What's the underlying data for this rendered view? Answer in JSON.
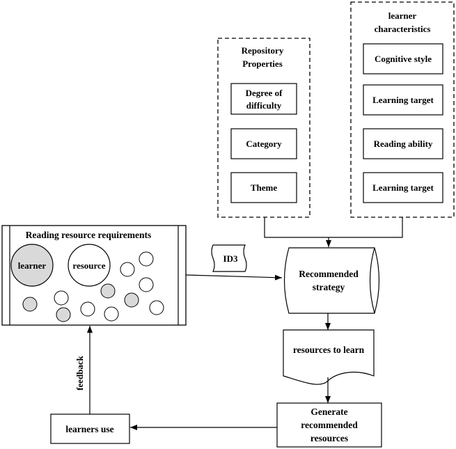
{
  "repository": {
    "title_lines": [
      "Repository",
      "Properties"
    ],
    "items": [
      {
        "lines": [
          "Degree of",
          "difficulty"
        ]
      },
      {
        "lines": [
          "Category"
        ]
      },
      {
        "lines": [
          "Theme"
        ]
      }
    ]
  },
  "learner_characteristics": {
    "title_lines": [
      "learner",
      "characteristics"
    ],
    "items": [
      {
        "lines": [
          "Cognitive style"
        ]
      },
      {
        "lines": [
          "Learning target"
        ]
      },
      {
        "lines": [
          "Reading ability"
        ]
      },
      {
        "lines": [
          "Learning target"
        ]
      }
    ]
  },
  "requirements": {
    "title": "Reading resource requirements",
    "learner_label": "learner",
    "resource_label": "resource"
  },
  "id3_label": "ID3",
  "strategy_lines": [
    "Recommended",
    "strategy"
  ],
  "resources_to_learn": "resources to learn",
  "generate_lines": [
    "Generate",
    "recommended",
    "resources"
  ],
  "learners_use": "learners use",
  "feedback": "feedback",
  "colors": {
    "stroke": "#000000",
    "gray_fill": "#d9d9d9",
    "white_fill": "#ffffff"
  }
}
